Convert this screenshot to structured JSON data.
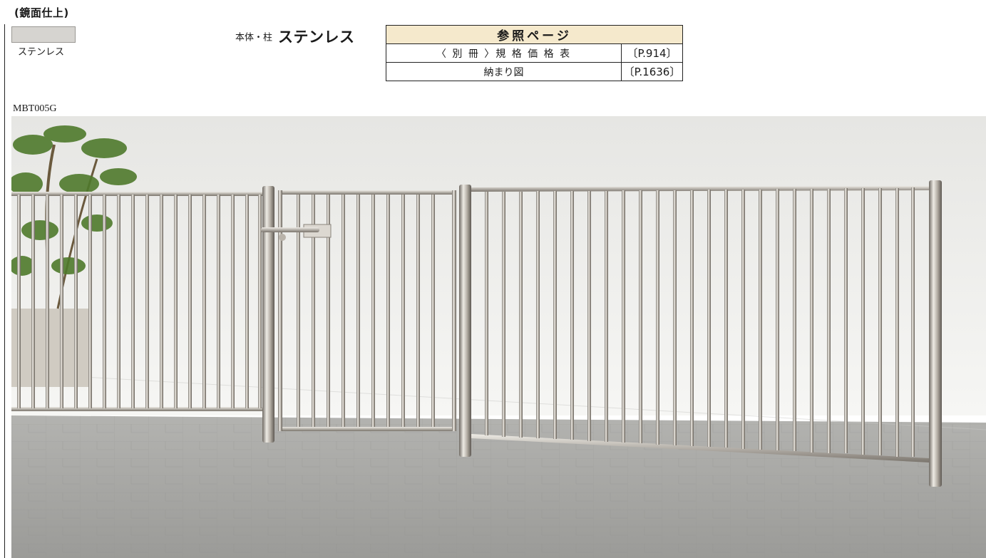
{
  "finish": {
    "heading": "(鏡面仕上)",
    "swatch_color": "#d6d4d0",
    "swatch_label": "ステンレス"
  },
  "material": {
    "key": "本体・柱",
    "value": "ステンレス"
  },
  "reference": {
    "header": "参照ページ",
    "rows": [
      {
        "label": "〈 別 冊 〉規 格 価 格 表",
        "page": "〔P.914〕"
      },
      {
        "label": "納まり図",
        "page": "〔P.1636〕"
      }
    ]
  },
  "model": {
    "code": "MBT005G"
  },
  "photo": {
    "subject": "stainless-steel-fence-with-gate"
  }
}
